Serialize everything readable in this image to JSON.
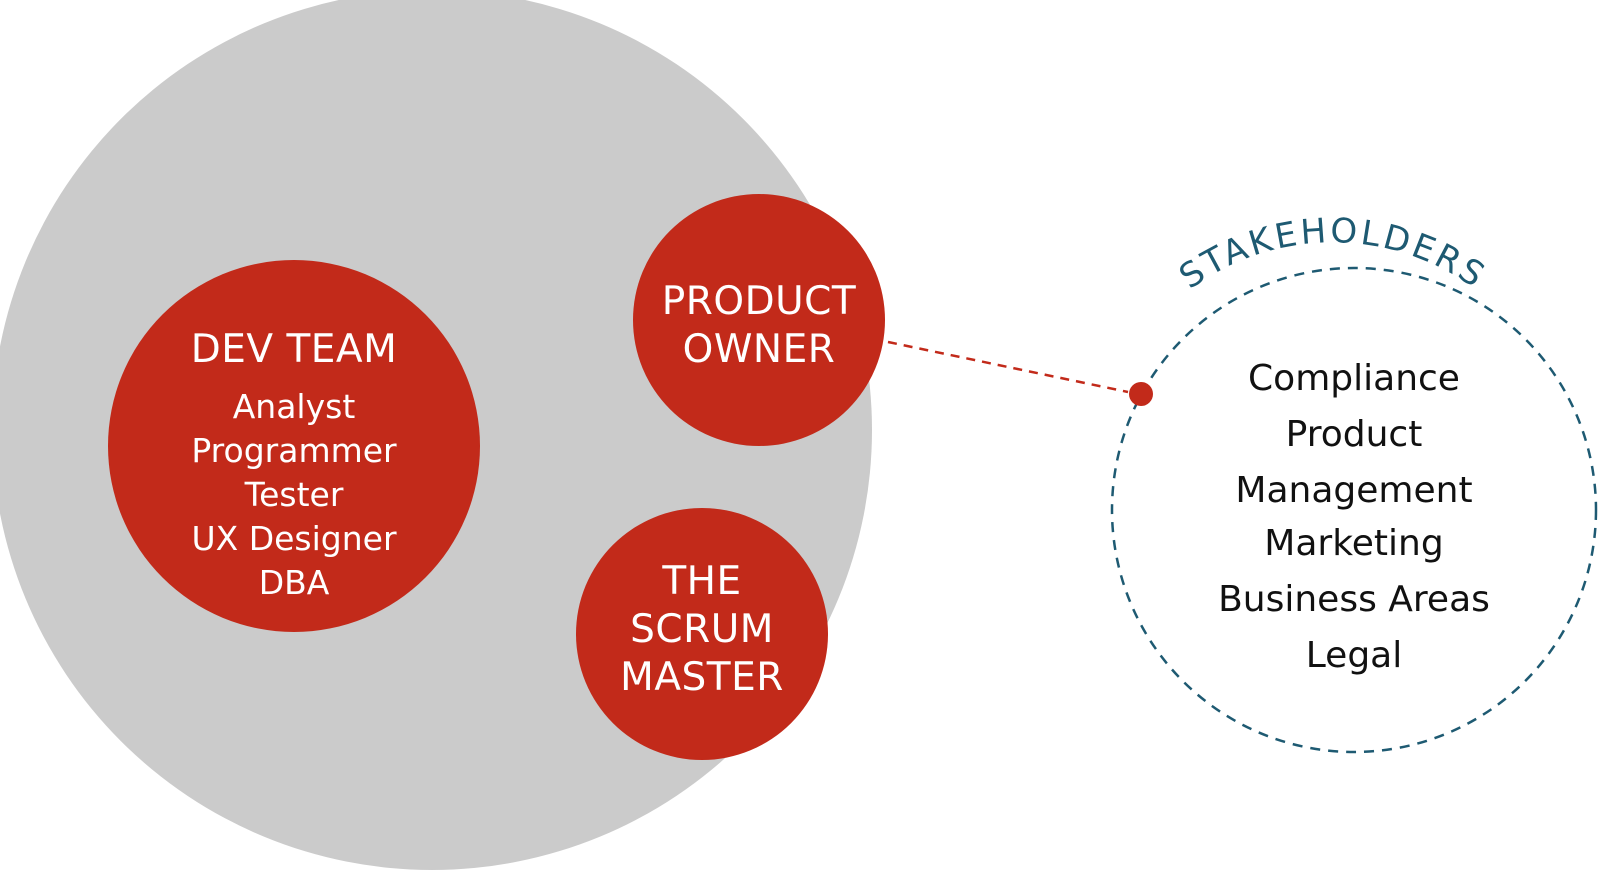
{
  "colors": {
    "team_circle": "#cbcbcb",
    "role_circle": "#c22a1a",
    "connector": "#c22a1a",
    "stakeholder_ring": "#1e5a72",
    "text_light": "#ffffff",
    "text_dark": "#111111"
  },
  "dev_team": {
    "title": "DEV TEAM",
    "members": [
      "Analyst",
      "Programmer",
      "Tester",
      "UX Designer",
      "DBA"
    ]
  },
  "product_owner": {
    "lines": [
      "PRODUCT",
      "OWNER"
    ]
  },
  "scrum_master": {
    "lines": [
      "THE",
      "SCRUM",
      "MASTER"
    ]
  },
  "stakeholders": {
    "label": "STAKEHOLDERS",
    "items": [
      "Compliance",
      "Product",
      "Management",
      "Marketing",
      "Business Areas",
      "Legal"
    ]
  }
}
